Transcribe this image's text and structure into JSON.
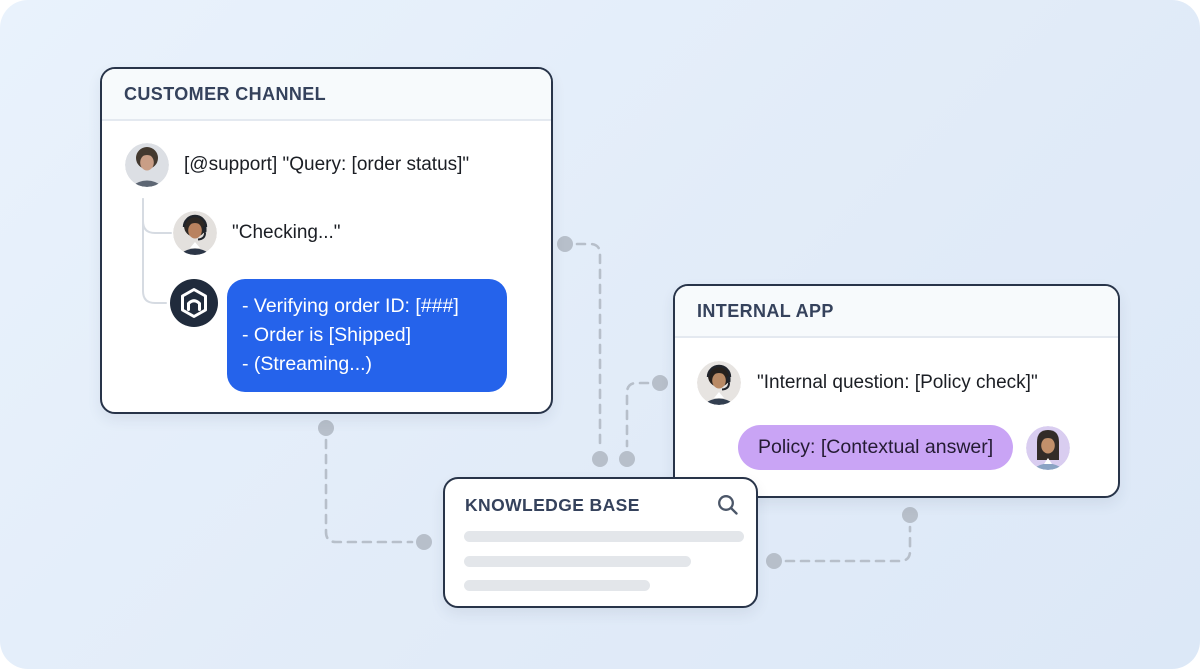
{
  "canvas": {
    "background": "#e3edf9",
    "corner_style": "rounded"
  },
  "customer_channel": {
    "title": "CUSTOMER CHANNEL",
    "message1": "[@support] \"Query: [order status]\"",
    "message2": "\"Checking...\"",
    "bot_lines": [
      "- Verifying order ID: [###]",
      "- Order is [Shipped]",
      "- (Streaming...)"
    ]
  },
  "internal_app": {
    "title": "INTERNAL APP",
    "question": "\"Internal question: [Policy check]\"",
    "answer": "Policy: [Contextual answer]"
  },
  "knowledge_base": {
    "title": "KNOWLEDGE BASE",
    "skeleton_lines": 3
  },
  "icons": {
    "bot": "hexagon-bot-icon",
    "search": "search-icon"
  },
  "colors": {
    "accent_blue": "#2563eb",
    "accent_purple": "#c9a4f5",
    "card_border": "#283449",
    "header_bg": "#f7fafc",
    "connector": "#b7bfca",
    "skeleton": "#e3e6ea"
  }
}
